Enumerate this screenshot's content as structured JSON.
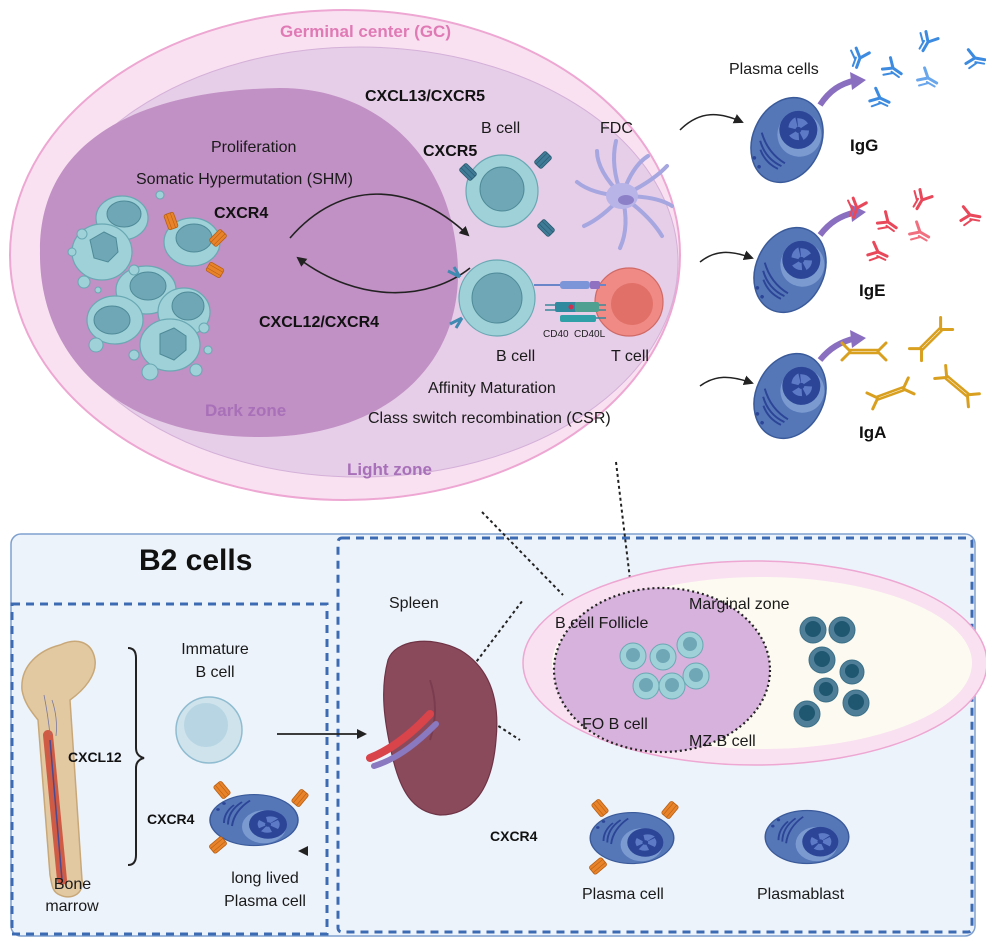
{
  "germinal_center": {
    "title": "Germinal center (GC)",
    "dark_zone_label": "Dark zone",
    "light_zone_label": "Light zone",
    "proliferation": "Proliferation",
    "shm": "Somatic  Hypermutation (SHM)",
    "cxcr4_label": "CXCR4",
    "cxcl12_cxcr4": "CXCL12/CXCR4",
    "cxcl13_cxcr5": "CXCL13/CXCR5",
    "cxcr5_label": "CXCR5",
    "b_cell_top": "B cell",
    "fdc": "FDC",
    "b_cell_bottom": "B cell",
    "t_cell": "T cell",
    "cd40": "CD40",
    "cd40l": "CD40L",
    "affinity_maturation": "Affinity Maturation",
    "csr": "Class switch recombination (CSR)"
  },
  "plasma_output": {
    "header": "Plasma cells",
    "isotypes": [
      {
        "label": "IgG",
        "color": "#3d8be0"
      },
      {
        "label": "IgE",
        "color": "#e8485a"
      },
      {
        "label": "IgA",
        "color": "#d9a020"
      }
    ]
  },
  "b2_panel": {
    "title": "B2 cells",
    "bone_marrow_box": {
      "bone_label": "Bone\nmarrow",
      "bone_line1": "Bone",
      "bone_line2": "marrow",
      "cxcl12": "CXCL12",
      "cxcr4": "CXCR4",
      "immature_line1": "Immature",
      "immature_line2": "B cell",
      "llpc_line1": "long lived",
      "llpc_line2": "Plasma cell"
    },
    "spleen_box": {
      "spleen_label": "Spleen",
      "follicle_label": "B cell Follicle",
      "fo_b_cell": "FO B cell",
      "marginal_zone": "Marginal zone",
      "mz_b_cell": "MZ B cell",
      "cxcr4": "CXCR4",
      "plasma_cell": "Plasma cell",
      "plasmablast": "Plasmablast"
    }
  },
  "colors": {
    "gc_outer": "#f9e1f1",
    "gc_outer_stroke": "#eda7d2",
    "light_zone": "#e6cde8",
    "dark_zone": "#c190c4",
    "b2_bg": "#edf3fb",
    "b2_border": "#7fa0cf",
    "dash_blue": "#3d6bb3",
    "b_cell_teal": "#9ed1d8",
    "b_cell_nucleus": "#6fa7b6",
    "plasma_blue": "#5577b8",
    "plasma_nucleus": "#2c4597",
    "t_cell": "#f08a85",
    "spleen": "#8b4a5c",
    "follicle": "#d7b2dc",
    "marginal_bg": "#fdfbf1",
    "mz_cell": "#3b6f87"
  }
}
